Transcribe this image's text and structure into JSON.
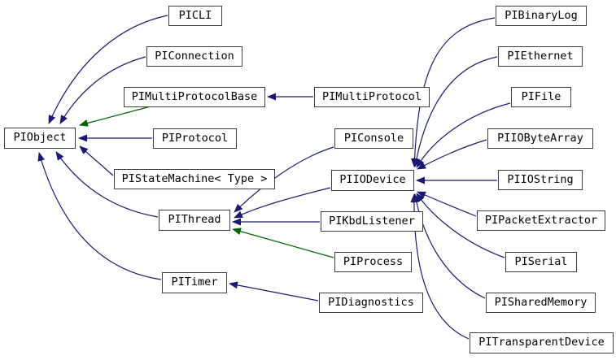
{
  "diagram": {
    "kind": "class-inheritance-graph",
    "background": "#ffffff",
    "box_fill": "#ffffff",
    "box_border": "#3d3d3d",
    "text_color": "#000000",
    "edge_colors": {
      "public_inheritance": "#191970",
      "protected_inheritance": "#006400"
    },
    "nodes": {
      "piobject": {
        "label": "PIObject"
      },
      "picli": {
        "label": "PICLI"
      },
      "piconnection": {
        "label": "PIConnection"
      },
      "pimultiprotocolbase": {
        "label": "PIMultiProtocolBase"
      },
      "pimultiprotocol": {
        "label": "PIMultiProtocol"
      },
      "piprotocol": {
        "label": "PIProtocol"
      },
      "pistatemachine": {
        "label": "PIStateMachine< Type >"
      },
      "pithread": {
        "label": "PIThread"
      },
      "pitimer": {
        "label": "PITimer"
      },
      "piconsole": {
        "label": "PIConsole"
      },
      "piiodevice": {
        "label": "PIIODevice"
      },
      "pikbdlistener": {
        "label": "PIKbdListener"
      },
      "piprocess": {
        "label": "PIProcess"
      },
      "pidiagnostics": {
        "label": "PIDiagnostics"
      },
      "pibinarylog": {
        "label": "PIBinaryLog"
      },
      "piethernet": {
        "label": "PIEthernet"
      },
      "pifile": {
        "label": "PIFile"
      },
      "piiobytearray": {
        "label": "PIIOByteArray"
      },
      "piiostring": {
        "label": "PIIOString"
      },
      "pipacketextractor": {
        "label": "PIPacketExtractor"
      },
      "piserial": {
        "label": "PISerial"
      },
      "pisharedmemory": {
        "label": "PISharedMemory"
      },
      "pitransparentdevice": {
        "label": "PITransparentDevice"
      }
    },
    "edges": [
      {
        "from": "PICLI",
        "to": "PIObject",
        "inheritance": "public"
      },
      {
        "from": "PIConnection",
        "to": "PIObject",
        "inheritance": "public"
      },
      {
        "from": "PIMultiProtocolBase",
        "to": "PIObject",
        "inheritance": "protected"
      },
      {
        "from": "PIProtocol",
        "to": "PIObject",
        "inheritance": "public"
      },
      {
        "from": "PIStateMachine< Type >",
        "to": "PIObject",
        "inheritance": "public"
      },
      {
        "from": "PIThread",
        "to": "PIObject",
        "inheritance": "public"
      },
      {
        "from": "PITimer",
        "to": "PIObject",
        "inheritance": "public"
      },
      {
        "from": "PIMultiProtocol",
        "to": "PIMultiProtocolBase",
        "inheritance": "public"
      },
      {
        "from": "PIConsole",
        "to": "PIThread",
        "inheritance": "public"
      },
      {
        "from": "PIIODevice",
        "to": "PIThread",
        "inheritance": "public"
      },
      {
        "from": "PIKbdListener",
        "to": "PIThread",
        "inheritance": "public"
      },
      {
        "from": "PIProcess",
        "to": "PIThread",
        "inheritance": "protected"
      },
      {
        "from": "PIDiagnostics",
        "to": "PITimer",
        "inheritance": "public"
      },
      {
        "from": "PIBinaryLog",
        "to": "PIIODevice",
        "inheritance": "public"
      },
      {
        "from": "PIEthernet",
        "to": "PIIODevice",
        "inheritance": "public"
      },
      {
        "from": "PIFile",
        "to": "PIIODevice",
        "inheritance": "public"
      },
      {
        "from": "PIIOByteArray",
        "to": "PIIODevice",
        "inheritance": "public"
      },
      {
        "from": "PIIOString",
        "to": "PIIODevice",
        "inheritance": "public"
      },
      {
        "from": "PIPacketExtractor",
        "to": "PIIODevice",
        "inheritance": "public"
      },
      {
        "from": "PISerial",
        "to": "PIIODevice",
        "inheritance": "public"
      },
      {
        "from": "PISharedMemory",
        "to": "PIIODevice",
        "inheritance": "public"
      },
      {
        "from": "PITransparentDevice",
        "to": "PIIODevice",
        "inheritance": "public"
      }
    ]
  }
}
